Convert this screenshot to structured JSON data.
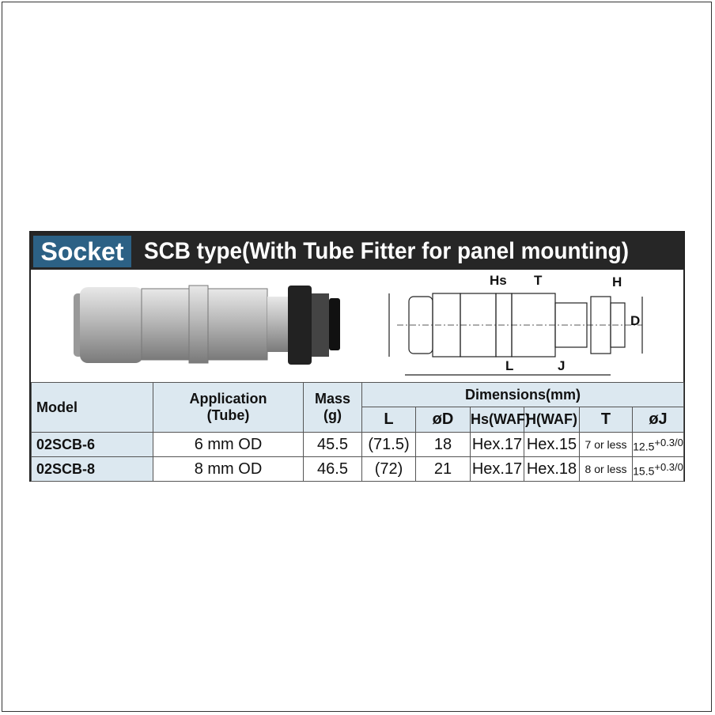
{
  "header": {
    "badge": "Socket",
    "title": "SCB type(With Tube Fitter for panel mounting)"
  },
  "diagram": {
    "labels": {
      "hs": "Hs",
      "t": "T",
      "h": "H",
      "d": "D",
      "l": "L",
      "j": "J"
    }
  },
  "table": {
    "headers": {
      "model": "Model",
      "application": "Application",
      "application_sub": "(Tube)",
      "mass": "Mass",
      "mass_unit": "(g)",
      "dimensions": "Dimensions(mm)",
      "dims": [
        "L",
        "øD",
        "Hs(WAF)",
        "H(WAF)",
        "T",
        "øJ"
      ]
    },
    "rows": [
      {
        "model": "02SCB-6",
        "application": "6 mm OD",
        "mass": "45.5",
        "L": "(71.5)",
        "D": "18",
        "Hs": "Hex.17",
        "H": "Hex.15",
        "T": "7 or less",
        "J": "12.5",
        "J_tol": "+0.3/0"
      },
      {
        "model": "02SCB-8",
        "application": "8 mm OD",
        "mass": "46.5",
        "L": "(72)",
        "D": "21",
        "Hs": "Hex.17",
        "H": "Hex.18",
        "T": "8 or less",
        "J": "15.5",
        "J_tol": "+0.3/0"
      }
    ]
  }
}
